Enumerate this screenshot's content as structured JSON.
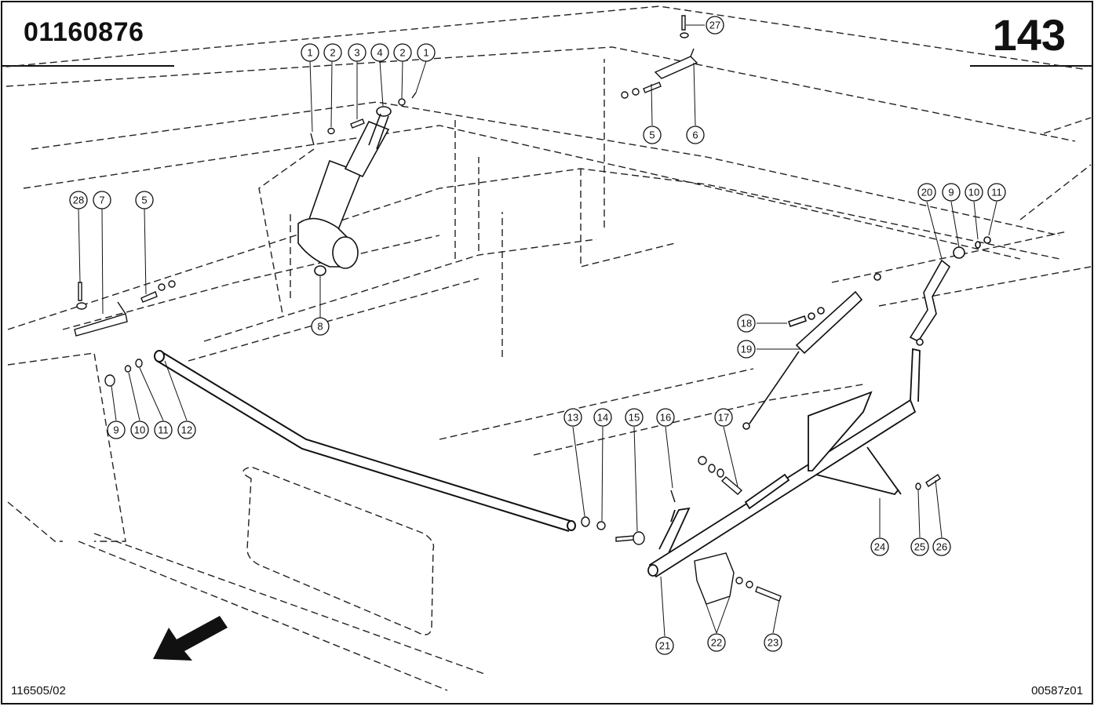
{
  "header": {
    "document_number": "01160876",
    "page_number": "143"
  },
  "footer": {
    "left_code": "116505/02",
    "right_code": "00587z01"
  },
  "callouts": [
    {
      "id": "callout-1a",
      "label": "1"
    },
    {
      "id": "callout-2a",
      "label": "2"
    },
    {
      "id": "callout-3",
      "label": "3"
    },
    {
      "id": "callout-4",
      "label": "4"
    },
    {
      "id": "callout-2b",
      "label": "2"
    },
    {
      "id": "callout-1b",
      "label": "1"
    },
    {
      "id": "callout-27",
      "label": "27"
    },
    {
      "id": "callout-5a",
      "label": "5"
    },
    {
      "id": "callout-6",
      "label": "6"
    },
    {
      "id": "callout-28",
      "label": "28"
    },
    {
      "id": "callout-7",
      "label": "7"
    },
    {
      "id": "callout-5b",
      "label": "5"
    },
    {
      "id": "callout-8",
      "label": "8"
    },
    {
      "id": "callout-20",
      "label": "20"
    },
    {
      "id": "callout-9a",
      "label": "9"
    },
    {
      "id": "callout-10a",
      "label": "10"
    },
    {
      "id": "callout-11a",
      "label": "11"
    },
    {
      "id": "callout-18",
      "label": "18"
    },
    {
      "id": "callout-19",
      "label": "19"
    },
    {
      "id": "callout-9b",
      "label": "9"
    },
    {
      "id": "callout-10b",
      "label": "10"
    },
    {
      "id": "callout-11b",
      "label": "11"
    },
    {
      "id": "callout-12",
      "label": "12"
    },
    {
      "id": "callout-13",
      "label": "13"
    },
    {
      "id": "callout-14",
      "label": "14"
    },
    {
      "id": "callout-15",
      "label": "15"
    },
    {
      "id": "callout-16",
      "label": "16"
    },
    {
      "id": "callout-17",
      "label": "17"
    },
    {
      "id": "callout-24",
      "label": "24"
    },
    {
      "id": "callout-25",
      "label": "25"
    },
    {
      "id": "callout-26",
      "label": "26"
    },
    {
      "id": "callout-21",
      "label": "21"
    },
    {
      "id": "callout-22",
      "label": "22"
    },
    {
      "id": "callout-23",
      "label": "23"
    }
  ]
}
